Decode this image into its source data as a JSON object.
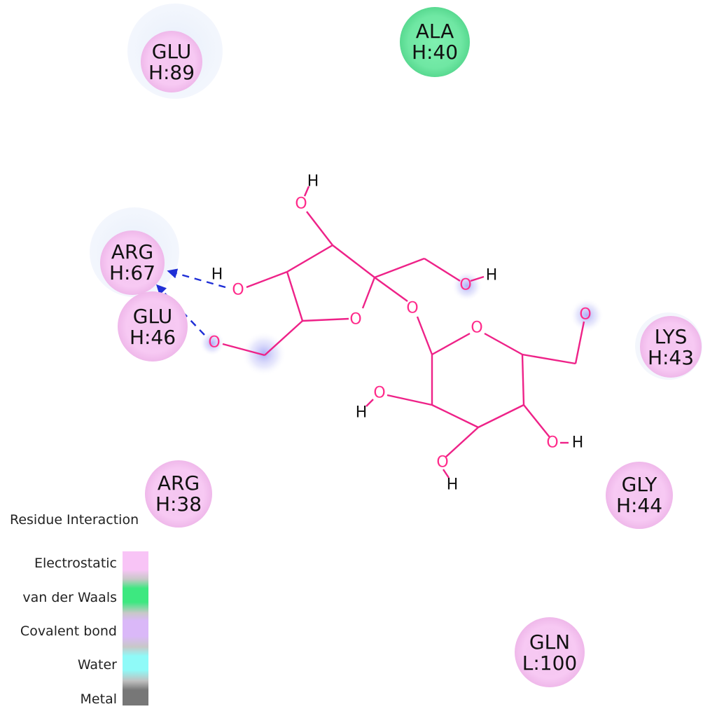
{
  "colors": {
    "electrostatic": "#f7c6f2",
    "van_der_waals": "#6ee8a2",
    "covalent": "#d9b8f7",
    "water": "#8ff7f5",
    "metal": "#777777",
    "bond": "#ee2288",
    "hbond": "#1f2fd6"
  },
  "residues": [
    {
      "name": "GLU",
      "id": "H:89",
      "type": "electrostatic"
    },
    {
      "name": "ALA",
      "id": "H:40",
      "type": "van_der_waals"
    },
    {
      "name": "ARG",
      "id": "H:67",
      "type": "electrostatic"
    },
    {
      "name": "GLU",
      "id": "H:46",
      "type": "electrostatic"
    },
    {
      "name": "LYS",
      "id": "H:43",
      "type": "electrostatic"
    },
    {
      "name": "ARG",
      "id": "H:38",
      "type": "electrostatic"
    },
    {
      "name": "GLY",
      "id": "H:44",
      "type": "electrostatic"
    },
    {
      "name": "GLN",
      "id": "L:100",
      "type": "electrostatic"
    }
  ],
  "atoms": {
    "oxygen": "O",
    "hydrogen": "H"
  },
  "legend": {
    "title": "Residue Interaction",
    "items": [
      {
        "label": "Electrostatic",
        "type": "electrostatic"
      },
      {
        "label": "van der Waals",
        "type": "van_der_waals"
      },
      {
        "label": "Covalent bond",
        "type": "covalent"
      },
      {
        "label": "Water",
        "type": "water"
      },
      {
        "label": "Metal",
        "type": "metal"
      }
    ]
  }
}
